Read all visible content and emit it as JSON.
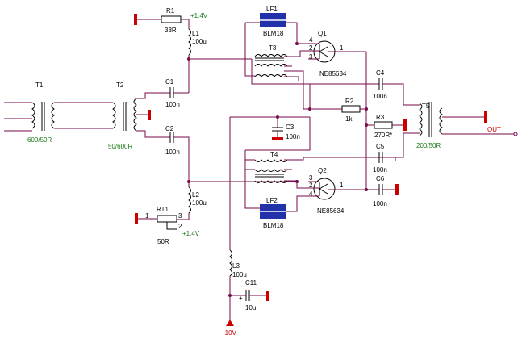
{
  "labels": {
    "T1": "T1",
    "T1_ratio": "600/50R",
    "T2": "T2",
    "T2_ratio": "50/600R",
    "R1": "R1",
    "R1_val": "33R",
    "vplus_top": "+1.4V",
    "L1": "L1",
    "L1_val": "100u",
    "C1": "C1",
    "C1_val": "100n",
    "C2": "C2",
    "C2_val": "100n",
    "L2": "L2",
    "L2_val": "100u",
    "RT1": "RT1",
    "RT1_val": "50R",
    "vplus_bot": "+1.4V",
    "rt1_pin1": "1",
    "rt1_pin2": "2",
    "rt1_pin3": "3",
    "L3": "L3",
    "L3_val": "100u",
    "C11": "C11",
    "C11_val": "10u",
    "supply": "+10V",
    "LF1": "LF1",
    "LF1_part": "BLM18",
    "LF2": "LF2",
    "LF2_part": "BLM18",
    "T3": "T3",
    "T4": "T4",
    "C3": "C3",
    "C3_val": "100n",
    "Q1": "Q1",
    "Q1_part": "NE85634",
    "Q2": "Q2",
    "Q2_part": "NE85634",
    "q1_p4": "4",
    "q1_p2": "2",
    "q1_p3": "3",
    "q1_p1": "1",
    "q2_p3": "3",
    "q2_p2": "2",
    "q2_p4": "4",
    "q2_p1": "1",
    "R2": "R2",
    "R2_val": "1k",
    "R3": "R3",
    "R3_val": "270R*",
    "C4": "C4",
    "C4_val": "100n",
    "C5": "C5",
    "C5_val": "100n",
    "C6": "C6",
    "C6_val": "100n",
    "T5": "T5",
    "T5_ratio": "200/50R",
    "out": "OUT"
  },
  "colors": {
    "wire": "#7a0a4a",
    "component": "#000000",
    "label": "#000000",
    "value_green": "#1e7a1e",
    "marker_red": "#cc0000",
    "ferrite_blue": "#2233aa"
  }
}
